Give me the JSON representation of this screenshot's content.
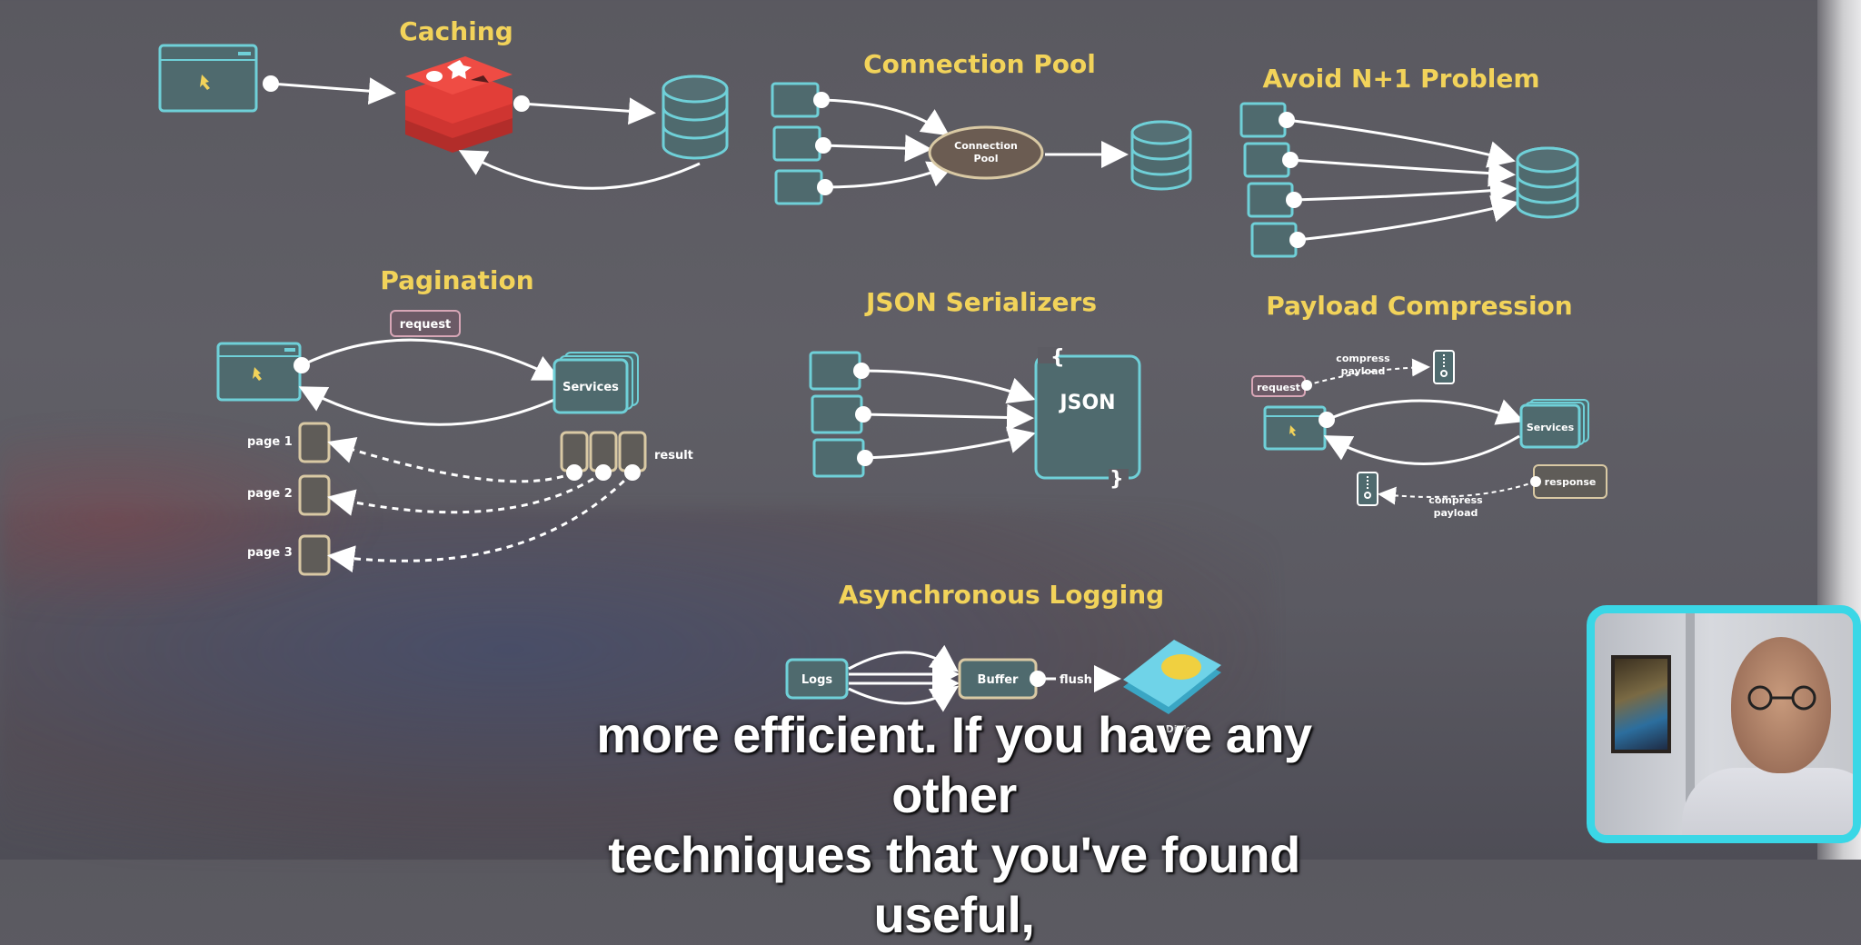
{
  "sections": {
    "caching": {
      "title": "Caching"
    },
    "connection_pool": {
      "title": "Connection Pool",
      "pool_label_1": "Connection",
      "pool_label_2": "Pool"
    },
    "avoid_n1": {
      "title": "Avoid N+1 Problem"
    },
    "pagination": {
      "title": "Pagination",
      "request_label": "request",
      "services_label": "Services",
      "result_label": "result",
      "pages": [
        "page 1",
        "page 2",
        "page 3"
      ]
    },
    "json_serializers": {
      "title": "JSON Serializers",
      "json_label": "JSON",
      "brace_open": "{",
      "brace_close": "}"
    },
    "payload_compression": {
      "title": "Payload Compression",
      "request_label": "request",
      "compress_top_1": "compress",
      "compress_top_2": "payload",
      "services_label": "Services",
      "response_label": "response",
      "compress_bottom_1": "compress",
      "compress_bottom_2": "payload"
    },
    "async_logging": {
      "title": "Asynchronous Logging",
      "logs_label": "Logs",
      "buffer_label": "Buffer",
      "flush_label": "flush",
      "disk_label": "Disk"
    }
  },
  "subtitle": {
    "line1": "more efficient. If you have any other",
    "line2": "techniques that you've found useful,"
  },
  "colors": {
    "title": "#f2d35a",
    "teal": "#5ec8d3",
    "redis": "#e8403b",
    "beige": "#d9c9a4",
    "pink": "#d7a6b6",
    "webcam_border": "#3ad7e6"
  }
}
